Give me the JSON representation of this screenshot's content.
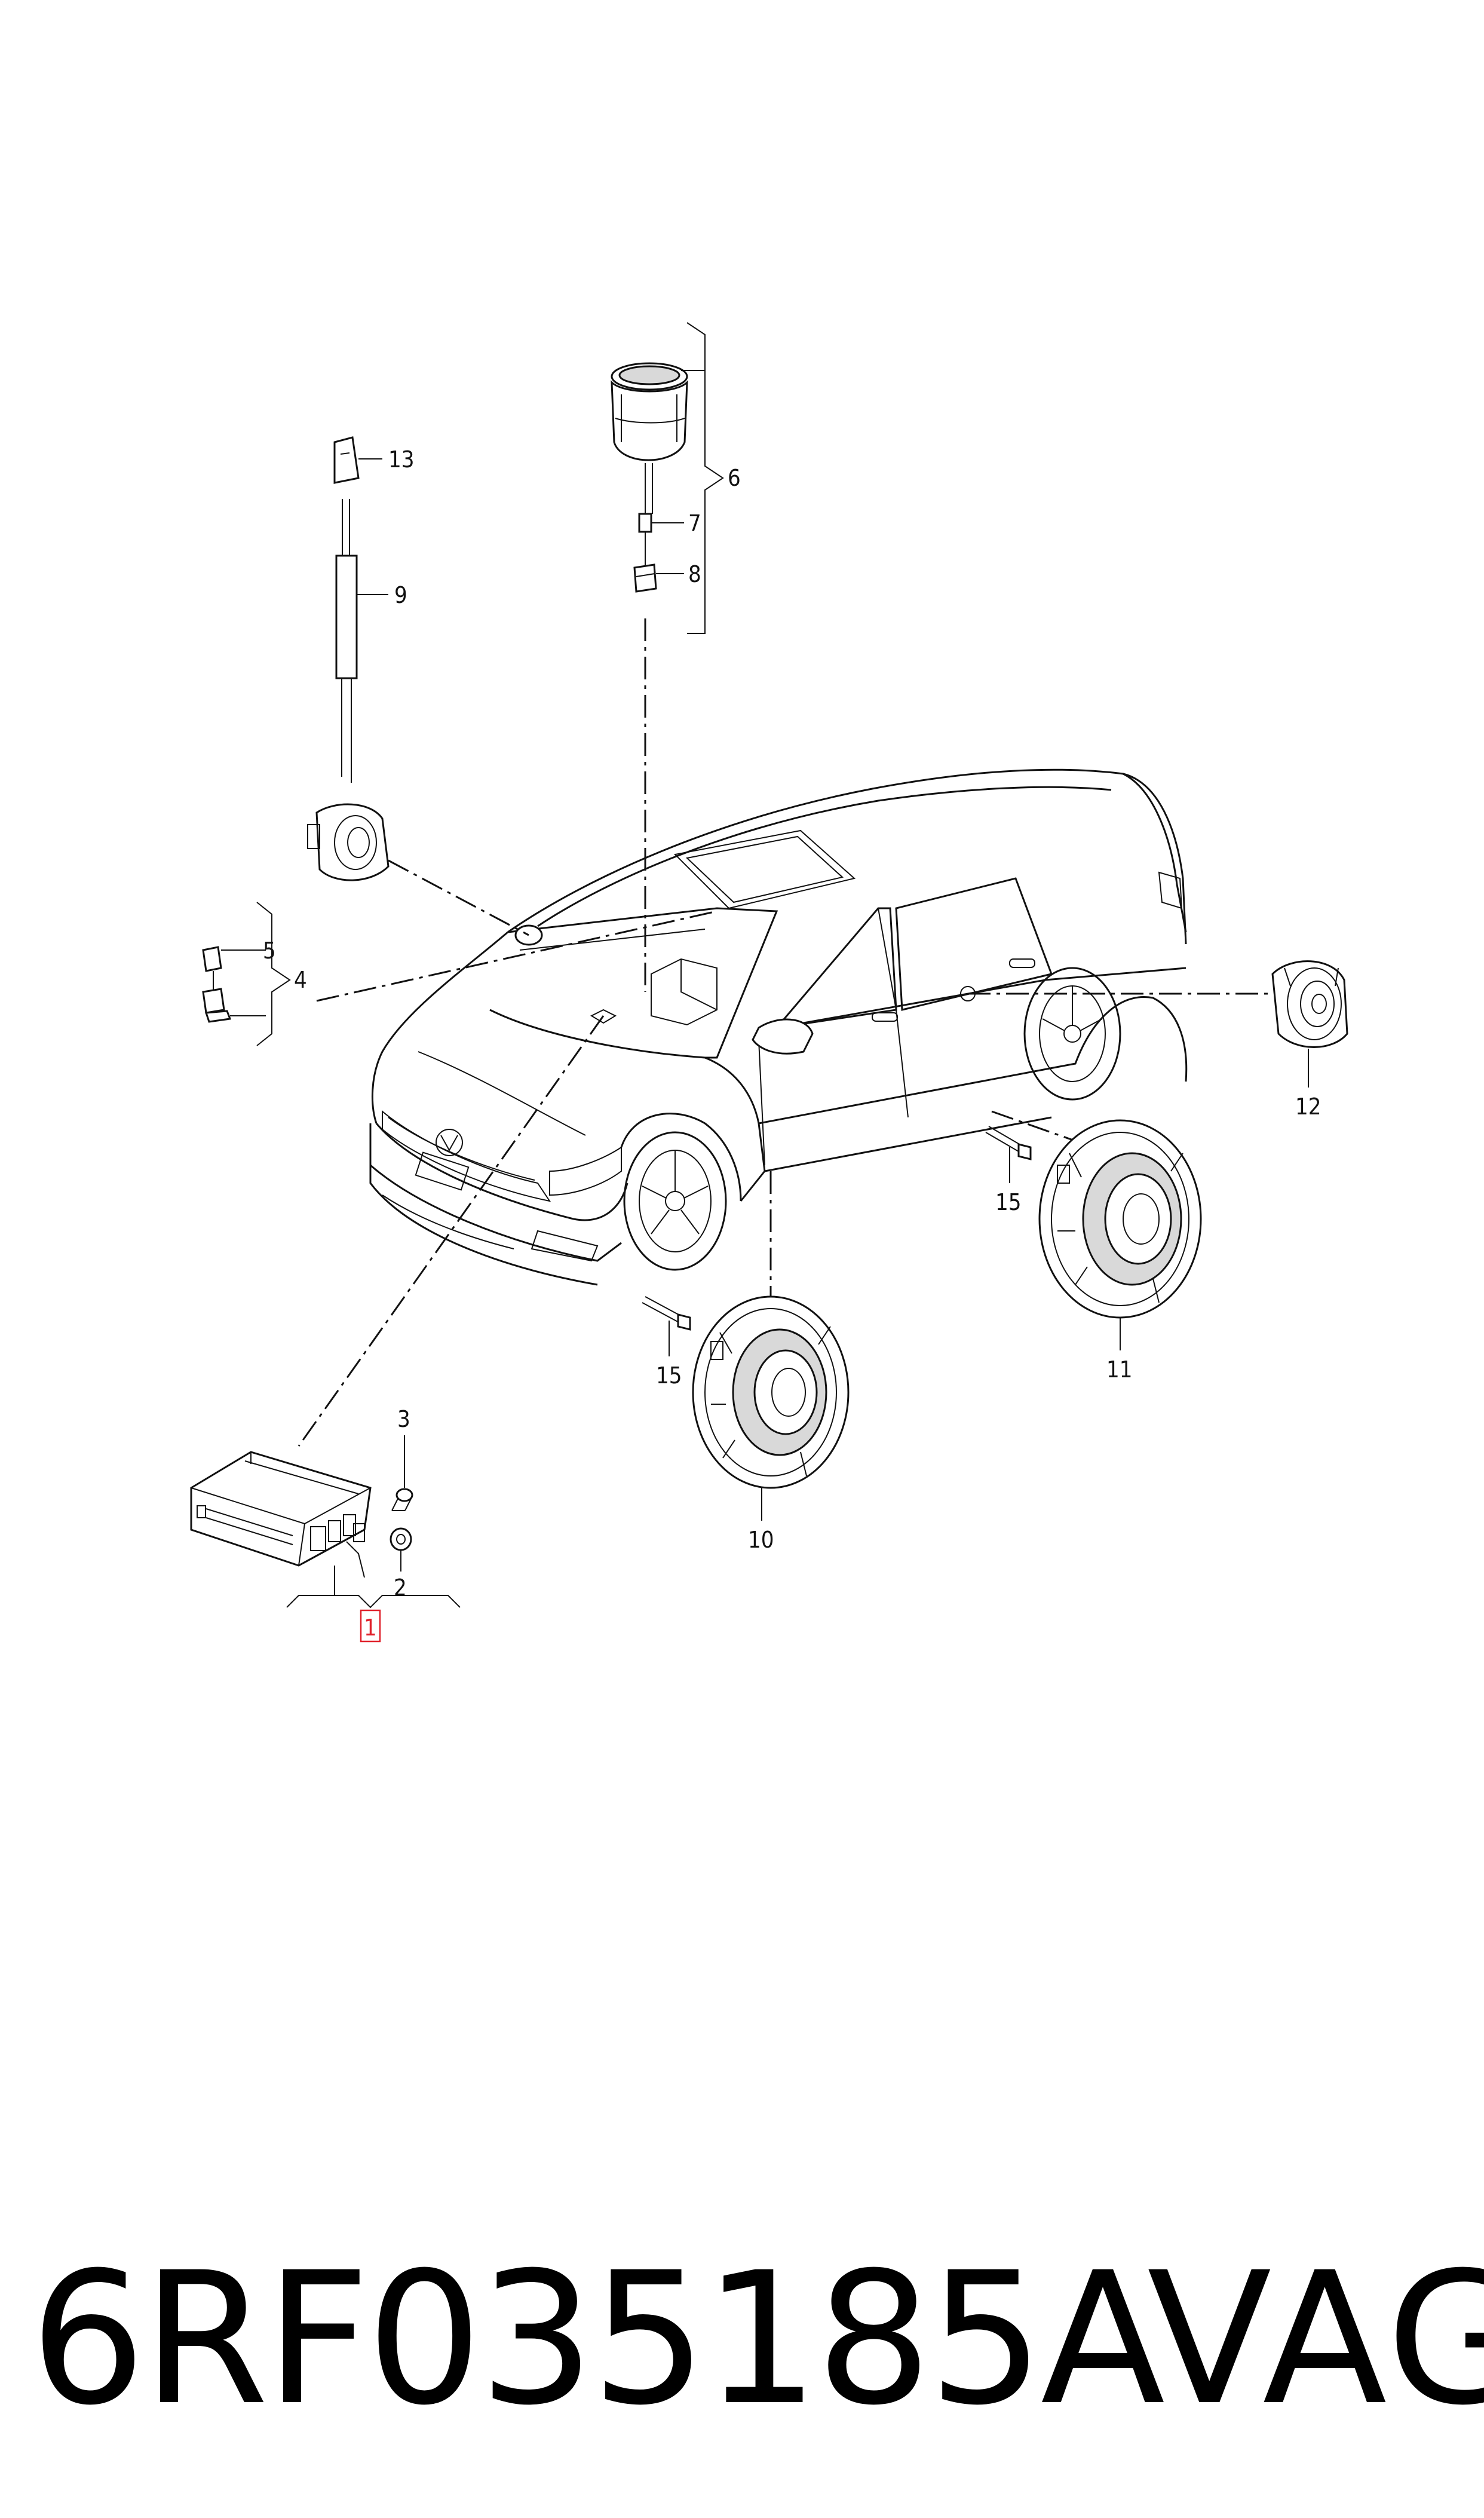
{
  "callouts": {
    "c1": "1",
    "c2": "2",
    "c3": "3",
    "c4": "4",
    "c5": "5",
    "c6": "6",
    "c7": "7",
    "c8": "8",
    "c9": "9",
    "c10": "10",
    "c11": "11",
    "c12": "12",
    "c13": "13",
    "c15a": "15",
    "c15b": "15"
  },
  "highlight_color": "#e0202a",
  "footer": {
    "part_number": "6RF035185A",
    "brand": "VAG"
  }
}
